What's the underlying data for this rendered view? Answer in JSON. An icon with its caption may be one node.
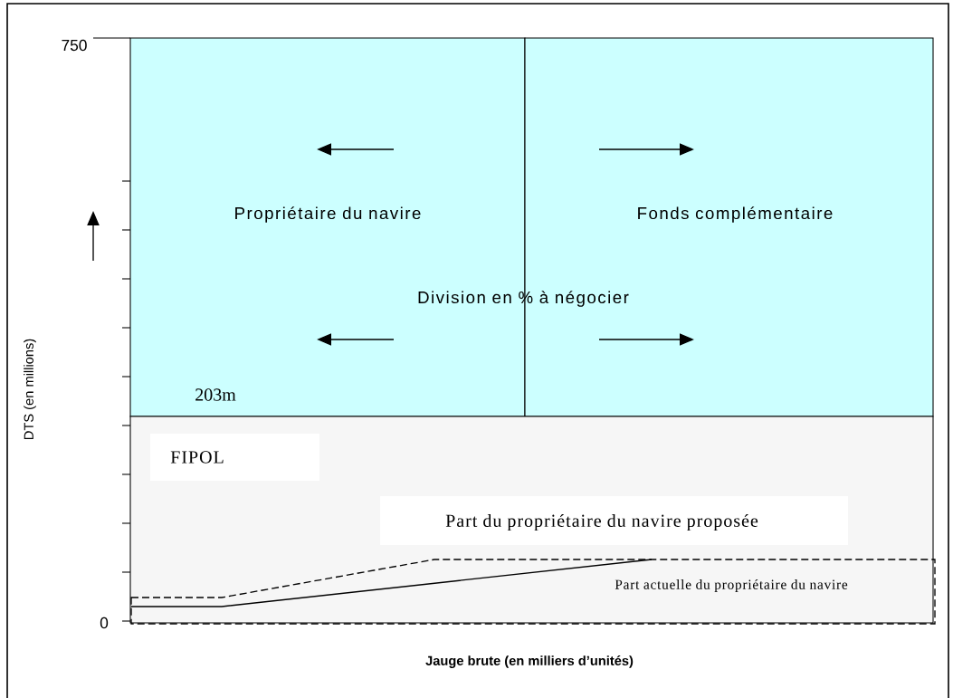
{
  "diagram": {
    "nodes": [
      {
        "text": [
          "Propriétaire du navire"
        ]
      },
      {
        "text": [
          "Fonds complémentaire"
        ]
      },
      {
        "text": [],
        "shape": "box"
      },
      {
        "text": [
          "FIPOL"
        ],
        "in": 2
      },
      {
        "text": [
          "Part du propriétaire du navire proposée"
        ],
        "in": 2
      }
    ],
    "labels": [
      "750",
      "0",
      "DTS (en millions)",
      "Division en % à négocier",
      "203m",
      "Part actuelle du propriétaire du navire",
      "Jauge brute (en milliers d’unités)"
    ]
  }
}
